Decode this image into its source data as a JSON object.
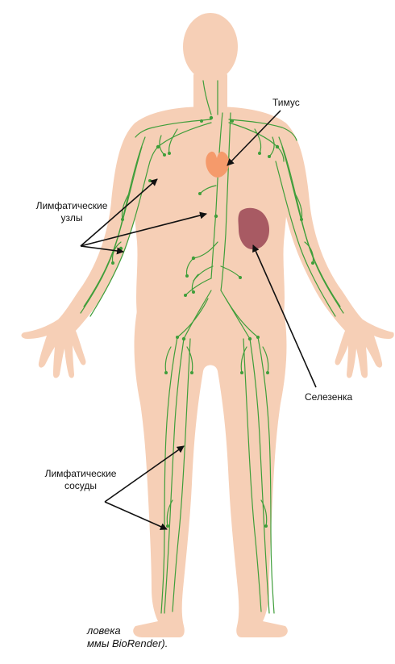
{
  "labels": {
    "thymus": "Тимус",
    "lymph_nodes_line1": "Лимфатические",
    "lymph_nodes_line2": "узлы",
    "spleen": "Селезенка",
    "lymph_vessels_line1": "Лимфатические",
    "lymph_vessels_line2": "сосуды"
  },
  "caption": {
    "line1": "ловека",
    "line2": "ммы BioRender)."
  },
  "colors": {
    "skin": "#f6cfb6",
    "vessels": "#3f9e3a",
    "thymus": "#f59a6b",
    "spleen": "#a85a63",
    "arrows": "#111111"
  }
}
